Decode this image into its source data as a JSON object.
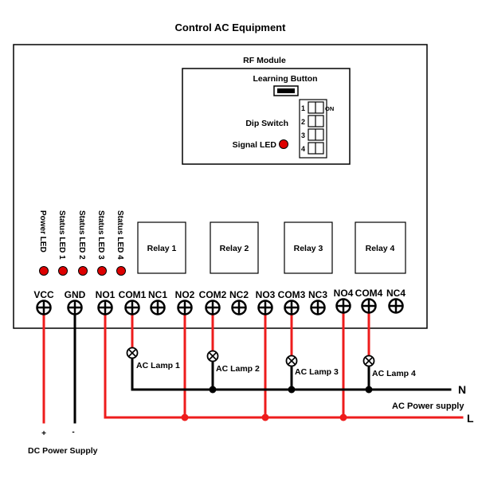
{
  "title": "Control AC Equipment",
  "rf_module": {
    "title": "RF Module",
    "learning_button": "Learning Button",
    "dip_switch": "Dip Switch",
    "signal_led": "Signal LED",
    "dip_numbers": [
      "1",
      "2",
      "3",
      "4"
    ],
    "dip_on": "ON"
  },
  "status_leds": [
    "Power LED",
    "Status LED 1",
    "Status LED 2",
    "Status LED 3",
    "Status LED 4"
  ],
  "relays": [
    "Relay 1",
    "Relay 2",
    "Relay 3",
    "Relay 4"
  ],
  "terminals": [
    "VCC",
    "GND",
    "NO1",
    "COM1",
    "NC1",
    "NO2",
    "COM2",
    "NC2",
    "NO3",
    "COM3",
    "NC3",
    "NO4",
    "COM4",
    "NC4"
  ],
  "lamps": [
    "AC Lamp 1",
    "AC Lamp 2",
    "AC Lamp 3",
    "AC Lamp 4"
  ],
  "power": {
    "neutral": "N",
    "live": "L",
    "ac_label": "AC Power supply",
    "dc_label": "DC Power Supply",
    "plus": "+",
    "minus": "-"
  },
  "colors": {
    "led_red": "#dd0000",
    "wire_red": "#ee1c1c",
    "wire_black": "#000000"
  }
}
